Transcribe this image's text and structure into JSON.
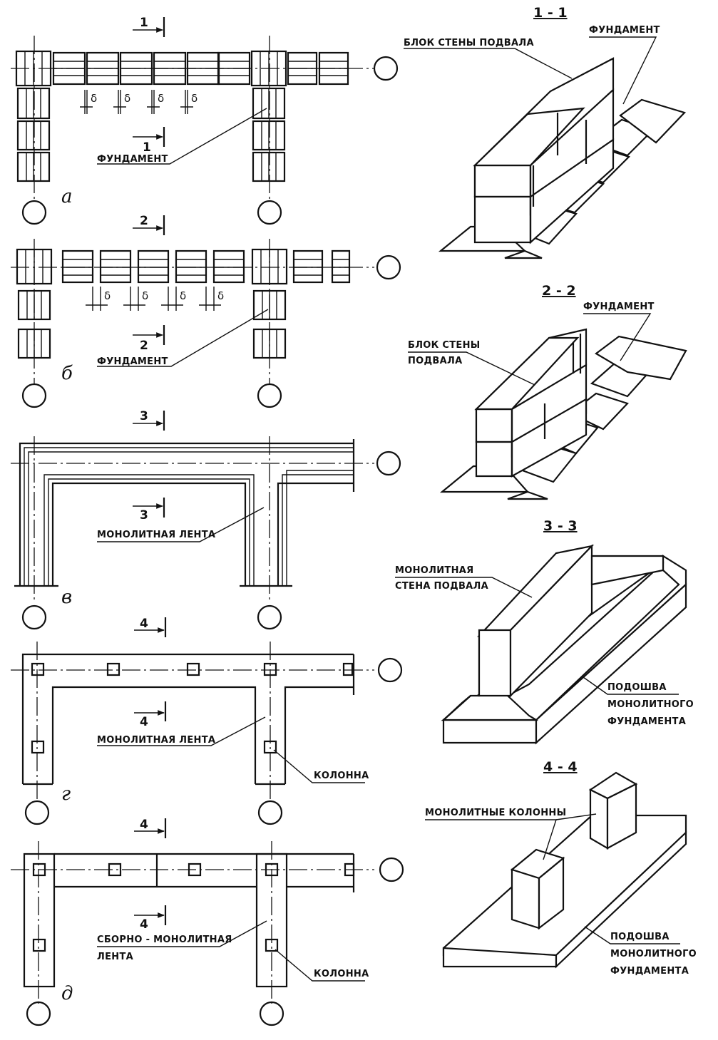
{
  "plans": {
    "a": {
      "variant": "а",
      "section_top": "1",
      "section_mid": "1",
      "gap": "δ",
      "label": "ФУНДАМЕНТ"
    },
    "b": {
      "variant": "б",
      "section_top": "2",
      "section_mid": "2",
      "gap": "δ",
      "label": "ФУНДАМЕНТ"
    },
    "v": {
      "variant": "в",
      "section_top": "3",
      "section_mid": "3",
      "label": "МОНОЛИТНАЯ ЛЕНТА"
    },
    "g": {
      "variant": "г",
      "section_top": "4",
      "section_mid": "4",
      "label": "МОНОЛИТНАЯ ЛЕНТА",
      "column_label": "КОЛОННА"
    },
    "d": {
      "variant": "д",
      "section_top": "4",
      "section_mid": "4",
      "label_line1": "СБОРНО - МОНОЛИТНАЯ",
      "label_line2": "ЛЕНТА",
      "column_label": "КОЛОННА"
    }
  },
  "sections": {
    "s1": {
      "title": "1 - 1",
      "wall_label": "БЛОК СТЕНЫ ПОДВАЛА",
      "foundation_label": "ФУНДАМЕНТ"
    },
    "s2": {
      "title": "2 - 2",
      "wall_label_line1": "БЛОК СТЕНЫ",
      "wall_label_line2": "ПОДВАЛА",
      "foundation_label": "ФУНДАМЕНТ"
    },
    "s3": {
      "title": "3 - 3",
      "wall_label_line1": "МОНОЛИТНАЯ",
      "wall_label_line2": "СТЕНА ПОДВАЛА",
      "base_line1": "ПОДОШВА",
      "base_line2": "МОНОЛИТНОГО",
      "base_line3": "ФУНДАМЕНТА"
    },
    "s4": {
      "title": "4 - 4",
      "columns_label": "МОНОЛИТНЫЕ КОЛОННЫ",
      "base_line1": "ПОДОШВА",
      "base_line2": "МОНОЛИТНОГО",
      "base_line3": "ФУНДАМЕНТА"
    }
  }
}
